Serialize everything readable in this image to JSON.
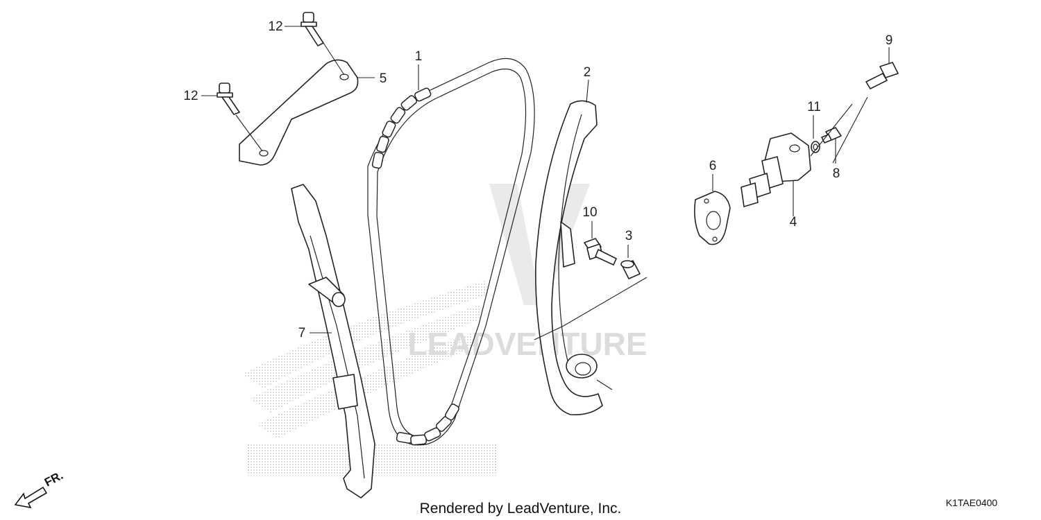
{
  "watermark": {
    "text": "LEADVENTURE",
    "color": "#d9d9d9"
  },
  "callouts": {
    "c1": "1",
    "c2": "2",
    "c3": "3",
    "c4": "4",
    "c5": "5",
    "c6": "6",
    "c7": "7",
    "c8": "8",
    "c9": "9",
    "c10": "10",
    "c11": "11",
    "c12a": "12",
    "c12b": "12"
  },
  "direction": {
    "label": "FR.",
    "icon": "front-arrow-icon"
  },
  "footer": {
    "rendered_by": "Rendered by LeadVenture, Inc.",
    "diagram_code": "K1TAE0400"
  }
}
